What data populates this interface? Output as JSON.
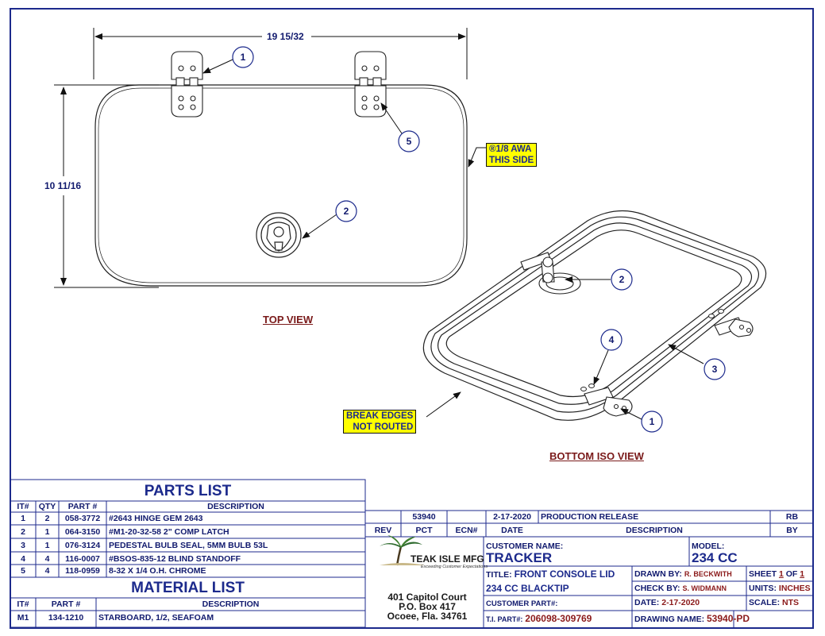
{
  "dimensions": {
    "width": "19 15/32",
    "height": "10 11/16"
  },
  "balloons": {
    "top_hinge": "1",
    "top_standoff": "5",
    "top_latch": "2",
    "iso_latch": "2",
    "iso_standoff": "4",
    "iso_seal": "3",
    "iso_hinge": "1"
  },
  "notes": {
    "awa_line1": "®1/8 AWA",
    "awa_line2": "THIS SIDE",
    "break_line1": "BREAK EDGES",
    "break_line2": "NOT ROUTED"
  },
  "views": {
    "top": "TOP VIEW",
    "iso": "BOTTOM ISO VIEW"
  },
  "parts_list": {
    "title": "PARTS LIST",
    "headers": [
      "IT#",
      "QTY",
      "PART #",
      "DESCRIPTION"
    ],
    "rows": [
      [
        "1",
        "2",
        "058-3772",
        "#2643 HINGE GEM 2643"
      ],
      [
        "2",
        "1",
        "064-3150",
        "#M1-20-32-58 2\" COMP LATCH"
      ],
      [
        "3",
        "1",
        "076-3124",
        "PEDESTAL BULB SEAL, 5MM BULB 53L"
      ],
      [
        "4",
        "4",
        "116-0007",
        "#BSOS-835-12 BLIND STANDOFF"
      ],
      [
        "5",
        "4",
        "118-0959",
        "8-32 X 1/4 O.H. CHROME"
      ]
    ]
  },
  "material_list": {
    "title": "MATERIAL LIST",
    "headers": [
      "IT#",
      "PART #",
      "DESCRIPTION"
    ],
    "rows": [
      [
        "M1",
        "134-1210",
        "STARBOARD, 1/2, SEAFOAM"
      ]
    ]
  },
  "revision": {
    "row": {
      "rev": "",
      "pct": "53940",
      "ecn": "",
      "date": "2-17-2020",
      "description": "PRODUCTION RELEASE",
      "by": "RB"
    },
    "headers": {
      "rev": "REV",
      "pct": "PCT",
      "ecn": "ECN#",
      "date": "DATE",
      "description": "DESCRIPTION",
      "by": "BY"
    }
  },
  "company": {
    "name": "TEAK ISLE MFG",
    "tagline": "Exceeding Customer Expectations",
    "address1": "401 Capitol Court",
    "address2": "P.O. Box 417",
    "address3": "Ocoee, Fla. 34761"
  },
  "title_block": {
    "customer_name_label": "CUSTOMER NAME:",
    "customer_name": "TRACKER",
    "model_label": "MODEL:",
    "model": "234 CC",
    "title_label": "TITLE:",
    "title_line1": "FRONT CONSOLE LID",
    "title_line2": "234 CC BLACKTIP",
    "drawn_by_label": "DRAWN BY:",
    "drawn_by": "R. BECKWITH",
    "sheet_label": "SHEET",
    "sheet_no": "1",
    "sheet_of": "OF",
    "sheet_total": "1",
    "check_by_label": "CHECK BY:",
    "check_by": "S. WIDMANN",
    "units_label": "UNITS:",
    "units": "INCHES",
    "customer_part_label": "CUSTOMER PART#:",
    "date_label": "DATE:",
    "date": "2-17-2020",
    "scale_label": "SCALE:",
    "scale": "NTS",
    "ti_part_label": "T.I. PART#:",
    "ti_part": "206098-309769",
    "drawing_name_label": "DRAWING NAME:",
    "drawing_name": "53940-PD"
  },
  "colors": {
    "border": "#1c2a8c",
    "text": "#111a6e",
    "accent_red": "#8b1a1a",
    "note_fill": "#ffff00"
  }
}
